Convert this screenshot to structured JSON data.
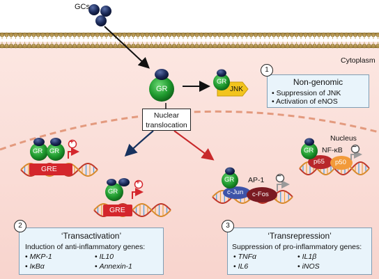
{
  "labels": {
    "gcs": "GCs",
    "cytoplasm": "Cytoplasm",
    "nucleus": "Nucleus",
    "gr": "GR",
    "jnk": "JNK",
    "nuclear_translocation_line1": "Nuclear",
    "nuclear_translocation_line2": "translocation",
    "gre": "GRE",
    "ap1": "AP-1",
    "cjun": "c-Jun",
    "cfos": "c-Fos",
    "nfkb": "NF-κB",
    "p65": "p65",
    "p50": "p50",
    "plus": "+",
    "minus": "−"
  },
  "boxes": {
    "nongenomic": {
      "number": "1",
      "title": "Non-genomic",
      "items": [
        "Suppression of JNK",
        "Activation of eNOS"
      ]
    },
    "transactivation": {
      "number": "2",
      "title": "‘Transactivation’",
      "subtitle": "Induction of anti-inflammatory genes:",
      "items": [
        "MKP-1",
        "IL10",
        "IκBα",
        "Annexin-1"
      ]
    },
    "transrepression": {
      "number": "3",
      "title": "‘Transrepression’",
      "subtitle": "Suppression of pro-inflammatory genes:",
      "items": [
        "TNFα",
        "IL1β",
        "IL6",
        "iNOS"
      ]
    }
  },
  "colors": {
    "cytoplasm": "#fbe3de",
    "membrane": "#a88a4a",
    "gr_green": "#1f9a2e",
    "ligand": "#1c2b5a",
    "jnk": "#f2c41e",
    "gre_red": "#d4262c",
    "arrow_blue": "#17325e",
    "arrow_red": "#c8282a",
    "cjun": "#3d53a8",
    "cfos": "#7a1a22",
    "p65": "#b8272b",
    "p50": "#f29a3a",
    "box_fill": "#e9f4fb"
  }
}
